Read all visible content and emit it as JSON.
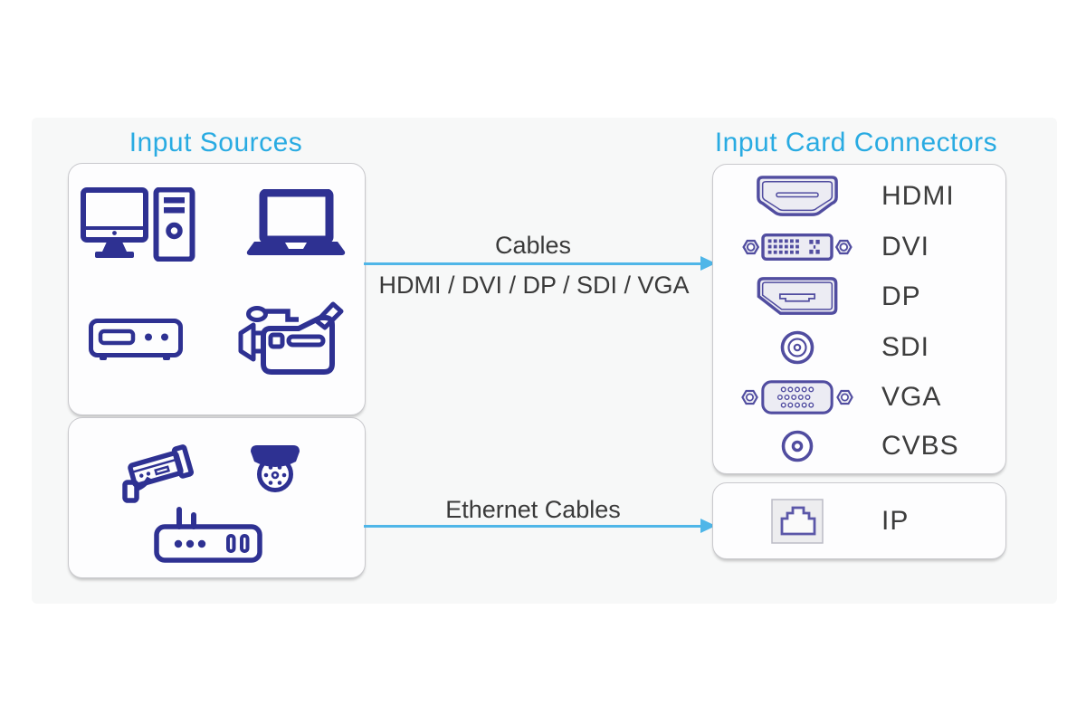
{
  "sources": {
    "title": "Input Sources",
    "box1": {
      "icons": [
        "desktop-computer",
        "laptop",
        "set-top-box",
        "video-camera"
      ]
    },
    "box2": {
      "icons": [
        "cctv-camera",
        "dome-camera",
        "wifi-router"
      ]
    }
  },
  "connectors": {
    "title": "Input Card Connectors",
    "rows": [
      {
        "icon": "hdmi-port-icon",
        "label": "HDMI"
      },
      {
        "icon": "dvi-port-icon",
        "label": "DVI"
      },
      {
        "icon": "dp-port-icon",
        "label": "DP"
      },
      {
        "icon": "sdi-port-icon",
        "label": "SDI"
      },
      {
        "icon": "vga-port-icon",
        "label": "VGA"
      },
      {
        "icon": "cvbs-port-icon",
        "label": "CVBS"
      }
    ],
    "ip_row": {
      "icon": "rj45-port-icon",
      "label": "IP"
    }
  },
  "arrows": {
    "top": {
      "label": "Cables",
      "sublabel": "HDMI / DVI / DP / SDI / VGA"
    },
    "bottom": {
      "label": "Ethernet Cables"
    }
  },
  "colors": {
    "accent_cyan": "#29abe2",
    "arrow_blue": "#4fb6e8",
    "icon_navy": "#2e3192",
    "icon_purple": "#514da0",
    "text_dark": "#3d3d3d",
    "panel_bg": "#f7f8f8"
  }
}
